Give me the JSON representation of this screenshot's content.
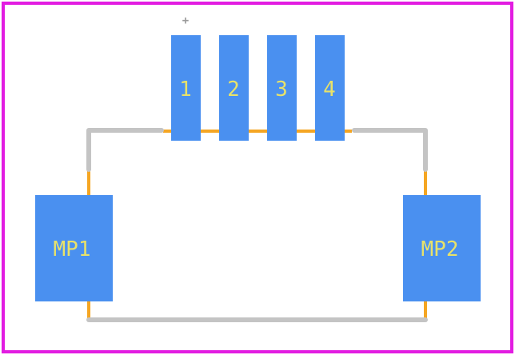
{
  "footprint": {
    "pads": [
      {
        "id": "pad-1",
        "label": "1"
      },
      {
        "id": "pad-2",
        "label": "2"
      },
      {
        "id": "pad-3",
        "label": "3"
      },
      {
        "id": "pad-4",
        "label": "4"
      },
      {
        "id": "pad-mp1",
        "label": "MP1"
      },
      {
        "id": "pad-mp2",
        "label": "MP2"
      }
    ],
    "pin1_marker": "+",
    "colors": {
      "board_outline": "#e21ce1",
      "pad_fill": "#4a90f0",
      "pad_label": "#e8e26a",
      "silkscreen": "#c4c4c4",
      "courtyard": "#f5a623",
      "pin1_marker": "#9a9a9a"
    }
  }
}
